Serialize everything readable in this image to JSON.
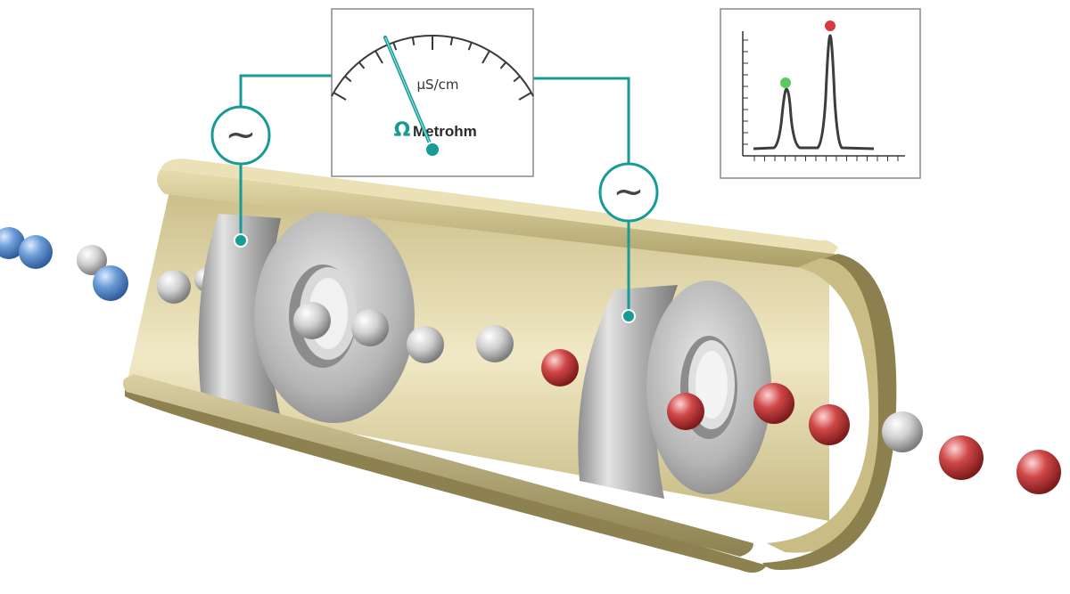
{
  "meter": {
    "unit_label": "µS/cm",
    "brand_mark": "Ω",
    "brand_name": "Metrohm"
  },
  "ac_symbol": "~",
  "colors": {
    "wire": "#179b97",
    "tube": "#d9cfa2",
    "electrode": "#b8b8b8",
    "cation": "#5b8fcf",
    "neutral": "#cfcfcf",
    "anion": "#c43c3c",
    "peak_small": "#5cc95c",
    "peak_large": "#d93a3a"
  },
  "particles": [
    {
      "type": "cation"
    },
    {
      "type": "cation"
    },
    {
      "type": "neutral"
    },
    {
      "type": "cation"
    },
    {
      "type": "neutral"
    },
    {
      "type": "neutral"
    },
    {
      "type": "neutral"
    },
    {
      "type": "neutral"
    },
    {
      "type": "neutral"
    },
    {
      "type": "neutral"
    },
    {
      "type": "anion"
    },
    {
      "type": "anion"
    },
    {
      "type": "anion"
    },
    {
      "type": "anion"
    },
    {
      "type": "neutral"
    },
    {
      "type": "anion"
    },
    {
      "type": "anion"
    }
  ]
}
